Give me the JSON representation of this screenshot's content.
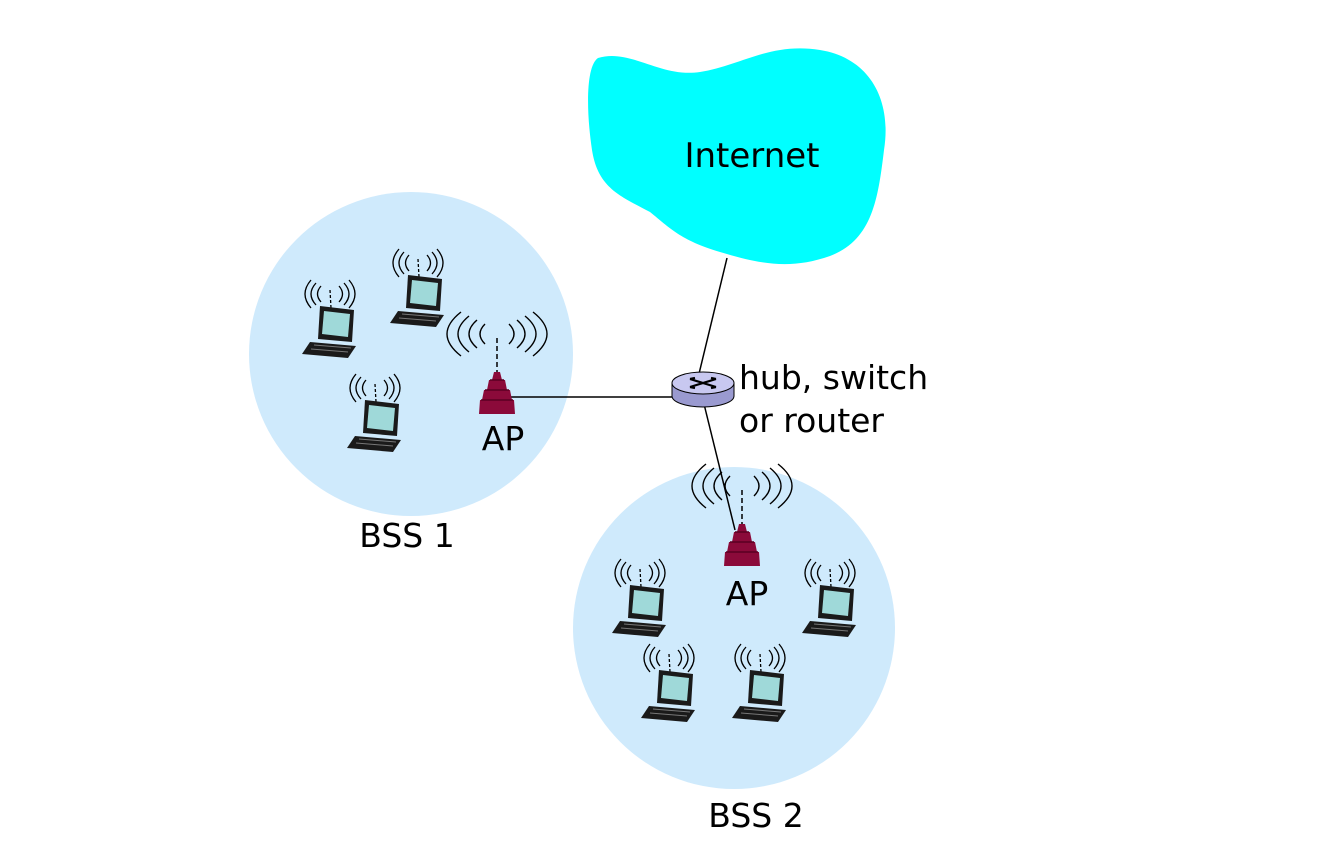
{
  "labels": {
    "internet": "Internet",
    "router": [
      "hub, switch",
      "or router"
    ],
    "ap1": "AP",
    "ap2": "AP",
    "bss1": "BSS 1",
    "bss2": "BSS 2"
  },
  "colors": {
    "background": "#ffffff",
    "cloud": "#00ffff",
    "bss_circle": "#cfeafc",
    "ap_tower": "#8b0a3a",
    "router": "#c8c8f0",
    "laptop_screen": "#9fd9d9",
    "laptop_body": "#1a1a1a"
  },
  "icons": {
    "internet": "cloud-icon",
    "router": "router-icon",
    "access_point": "antenna-tower-icon",
    "host": "wireless-laptop-icon"
  }
}
